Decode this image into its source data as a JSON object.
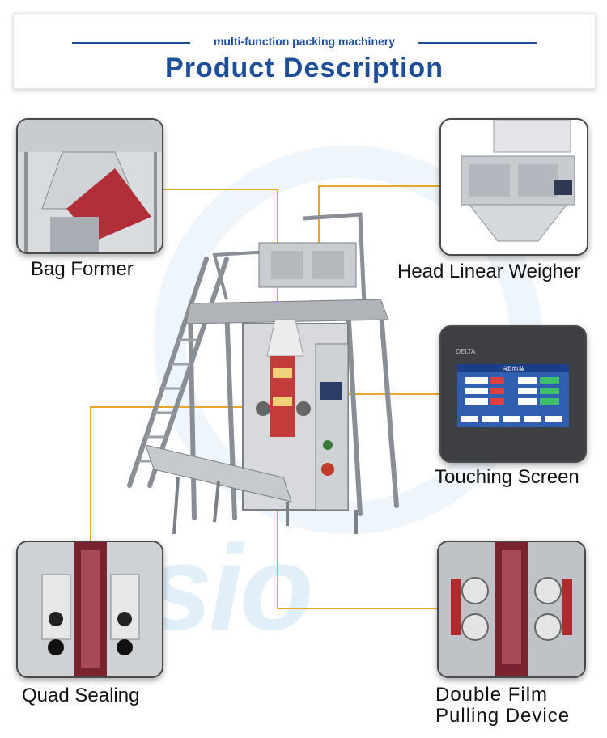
{
  "header": {
    "subtitle": "multi-function packing machinery",
    "title": "Product Description"
  },
  "watermark": {
    "text": "essio"
  },
  "features": [
    {
      "label": "Bag Former",
      "image": "bag-former-photo"
    },
    {
      "label": "Head Linear Weigher",
      "image": "linear-weigher-photo"
    },
    {
      "label": "Touching Screen",
      "image": "touch-screen-photo"
    },
    {
      "label": "Quad Sealing",
      "image": "quad-sealing-photo"
    },
    {
      "label_line1": "Double Film",
      "label_line2": "Pulling Device",
      "image": "film-pulling-photo"
    }
  ],
  "screen": {
    "brand": "DELTA",
    "title": "自动包装"
  },
  "colors": {
    "accent": "#1d4e9a",
    "connector": "#e8a628",
    "watermark": "#78b4e1"
  }
}
